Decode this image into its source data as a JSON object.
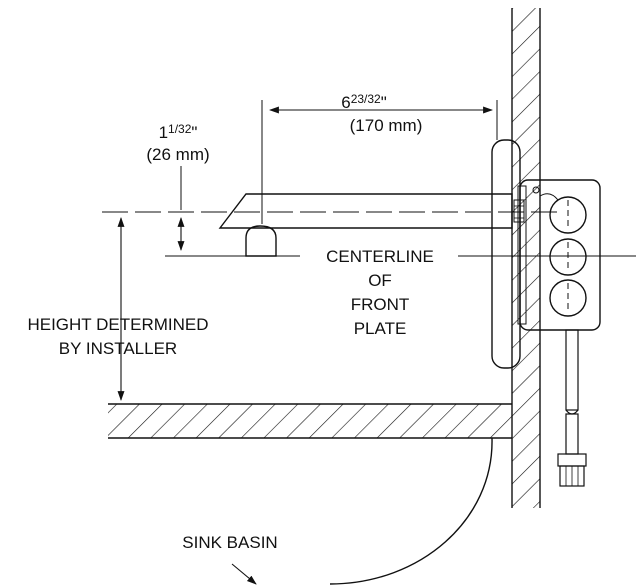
{
  "dims": {
    "horizontal": {
      "whole": "6",
      "fraction": "23/32",
      "unit_mark": "\"",
      "metric": "(170 mm)"
    },
    "vertical": {
      "whole": "1",
      "fraction": "1/32",
      "unit_mark": "\"",
      "metric": "(26 mm)"
    }
  },
  "labels": {
    "centerline": [
      "CENTERLINE",
      "OF",
      "FRONT",
      "PLATE"
    ],
    "height": [
      "HEIGHT DETERMINED",
      "BY INSTALLER"
    ],
    "sink": "SINK BASIN"
  },
  "colors": {
    "ink": "#111111",
    "paper": "#ffffff"
  }
}
